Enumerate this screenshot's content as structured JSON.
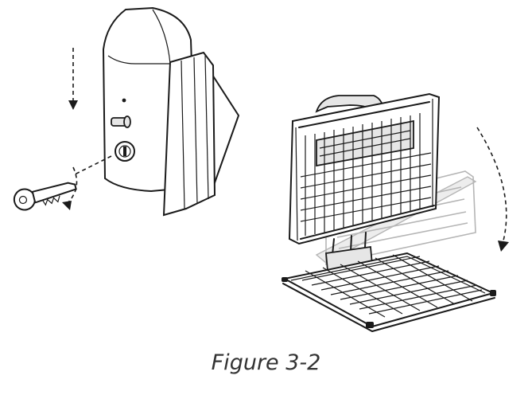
{
  "caption": "Figure 3-2",
  "illustrations": [
    {
      "name": "lock-housing-with-key",
      "icon": "key-lock-icon"
    },
    {
      "name": "seat-panel-lowering",
      "icon": "folding-panel-icon"
    }
  ]
}
